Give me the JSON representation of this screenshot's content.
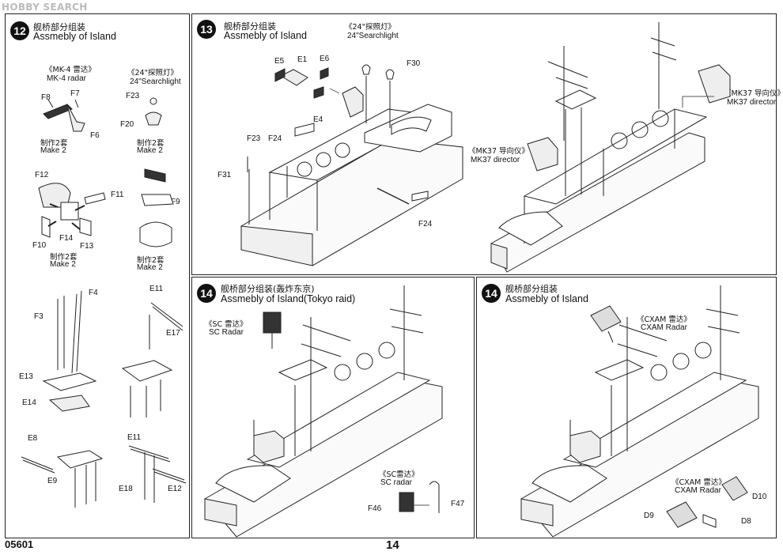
{
  "watermark": "HOBBY SEARCH",
  "footer": {
    "code": "05601",
    "page": "14"
  },
  "step12": {
    "number": "12",
    "title_cn": "舰桥部分组装",
    "title_en": "Assmebly of Island",
    "mk4_cn": "《MK-4 雷达》",
    "mk4_en": "MK-4 radar",
    "searchlight_cn": "《24\"探照灯》",
    "searchlight_en": "24\"Searchlight",
    "make2_cn": "制作2套",
    "make2_en": "Make 2",
    "labels": {
      "F8": "F8",
      "F7": "F7",
      "F6": "F6",
      "F23": "F23",
      "F20": "F20",
      "F12": "F12",
      "F11": "F11",
      "F9": "F9",
      "F10": "F10",
      "F14": "F14",
      "F13": "F13",
      "F4": "F4",
      "F3": "F3",
      "E13": "E13",
      "E14": "E14",
      "E11a": "E11",
      "E17": "E17",
      "E8": "E8",
      "E9": "E9",
      "E11b": "E11",
      "E18": "E18",
      "E12": "E12"
    }
  },
  "step13": {
    "number": "13",
    "title_cn": "舰桥部分组装",
    "title_en": "Assmebly of Island",
    "searchlight_cn": "《24\"探照灯》",
    "searchlight_en": "24\"Searchlight",
    "mk37a_cn": "《MK37 导向仪》",
    "mk37a_en": "MK37 director",
    "mk37b_cn": "《MK37 导向仪》",
    "mk37b_en": "MK37 director",
    "labels": {
      "E5": "E5",
      "E1": "E1",
      "E6": "E6",
      "F30": "F30",
      "E4": "E4",
      "F24a": "F24",
      "F23": "F23",
      "F31": "F31",
      "F24b": "F24"
    }
  },
  "step14a": {
    "number": "14",
    "title_cn": "舰桥部分组装(轰炸东京)",
    "title_en": "Assmebly of Island(Tokyo raid)",
    "sc_cn": "《SC 雷达》",
    "sc_en": "SC Radar",
    "sc2_cn": "《SC雷达》",
    "sc2_en": "SC radar",
    "labels": {
      "F46": "F46",
      "F47": "F47"
    }
  },
  "step14b": {
    "number": "14",
    "title_cn": "舰桥部分组装",
    "title_en": "Assmebly of Island",
    "cxam_cn": "《CXAM 雷达》",
    "cxam_en": "CXAM Radar",
    "cxam2_cn": "《CXAM 雷达》",
    "cxam2_en": "CXAM Radar",
    "labels": {
      "D10": "D10",
      "D9": "D9",
      "D8": "D8"
    }
  }
}
